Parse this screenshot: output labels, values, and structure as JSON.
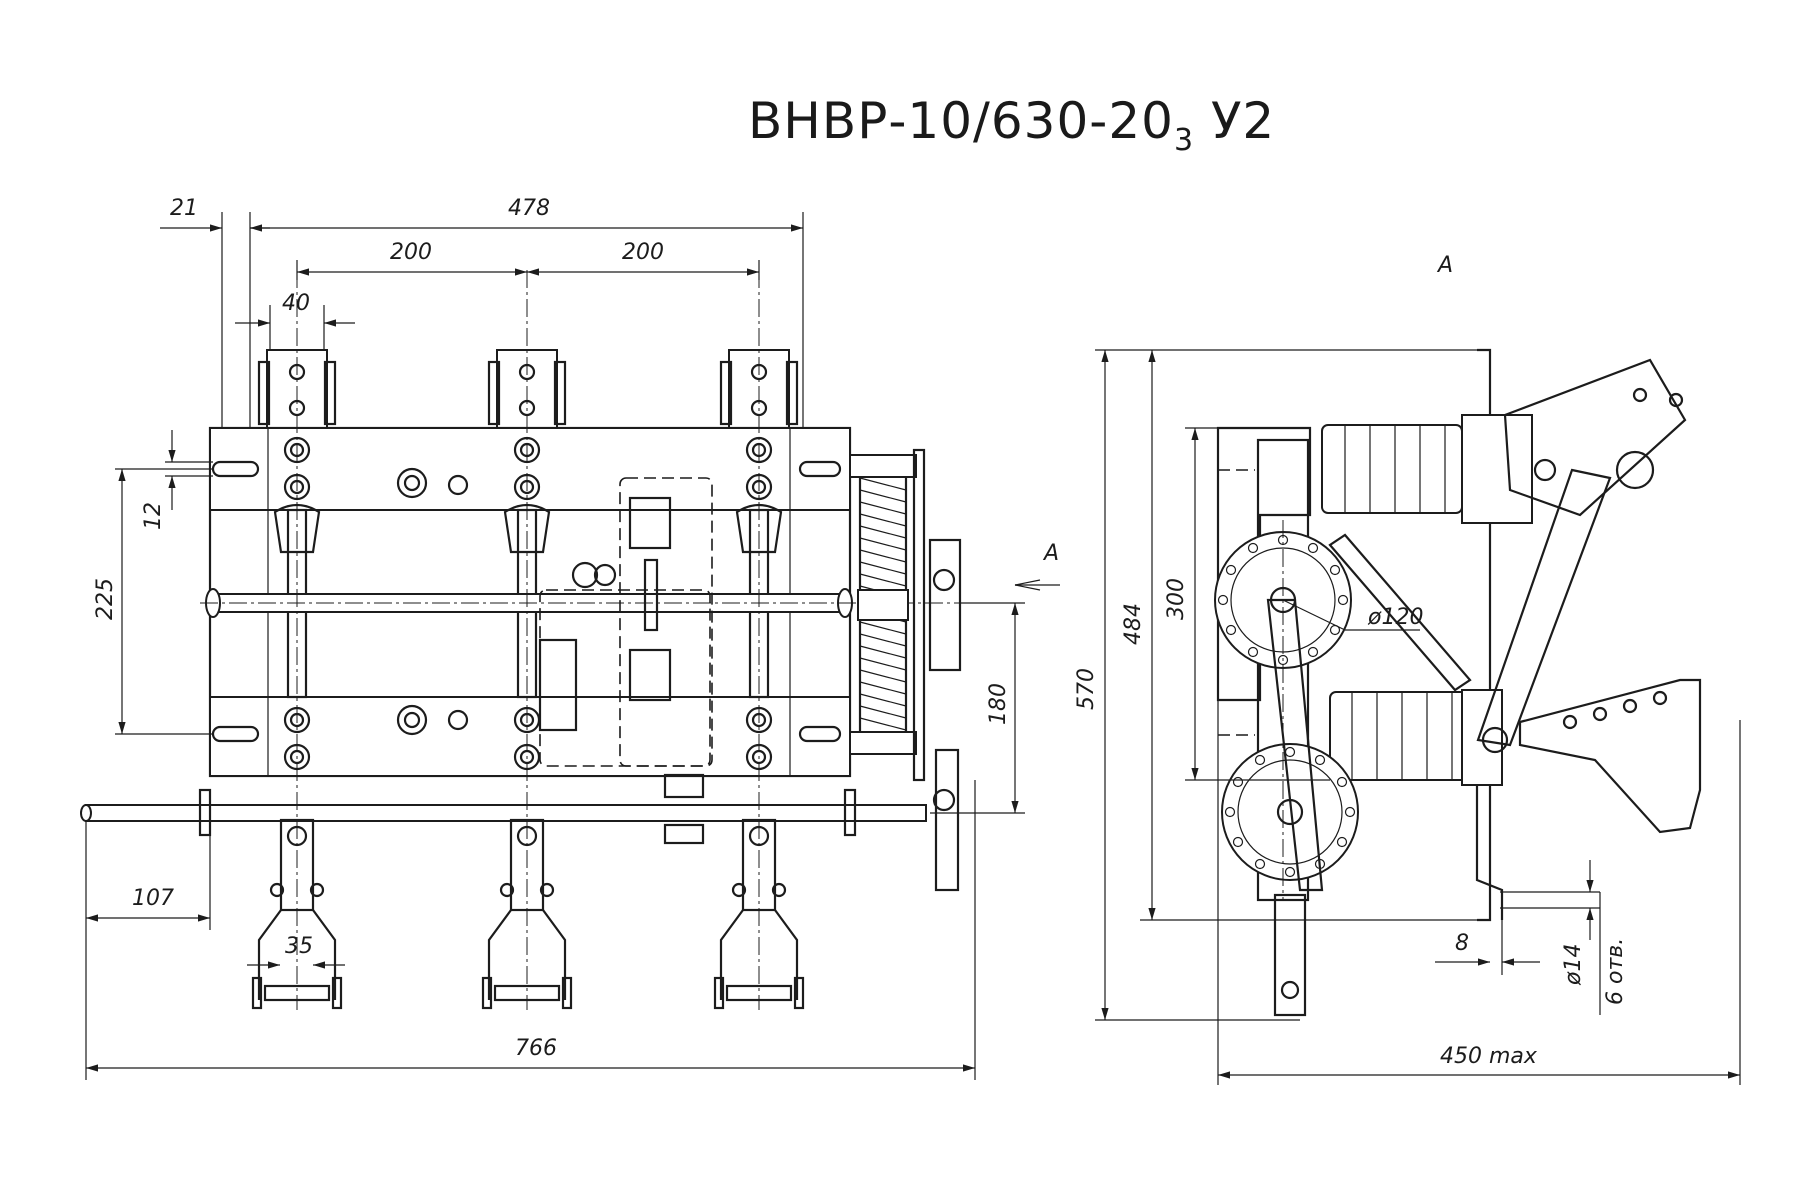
{
  "drawing": {
    "title_main": "ВНВР-10/630-20",
    "title_sub": "3",
    "title_suffix": " У2",
    "view_label": "А",
    "arrow_label": "А"
  },
  "front_view": {
    "dims": {
      "d21": "21",
      "d478": "478",
      "d200a": "200",
      "d200b": "200",
      "d40": "40",
      "d12": "12",
      "d225": "225",
      "d180": "180",
      "d107": "107",
      "d35": "35",
      "d766": "766"
    }
  },
  "side_view": {
    "dims": {
      "d570": "570",
      "d484": "484",
      "d300": "300",
      "phi120": "ø120",
      "d8": "8",
      "phi14": "ø14",
      "holes": "6 отв.",
      "d450": "450 max"
    }
  }
}
